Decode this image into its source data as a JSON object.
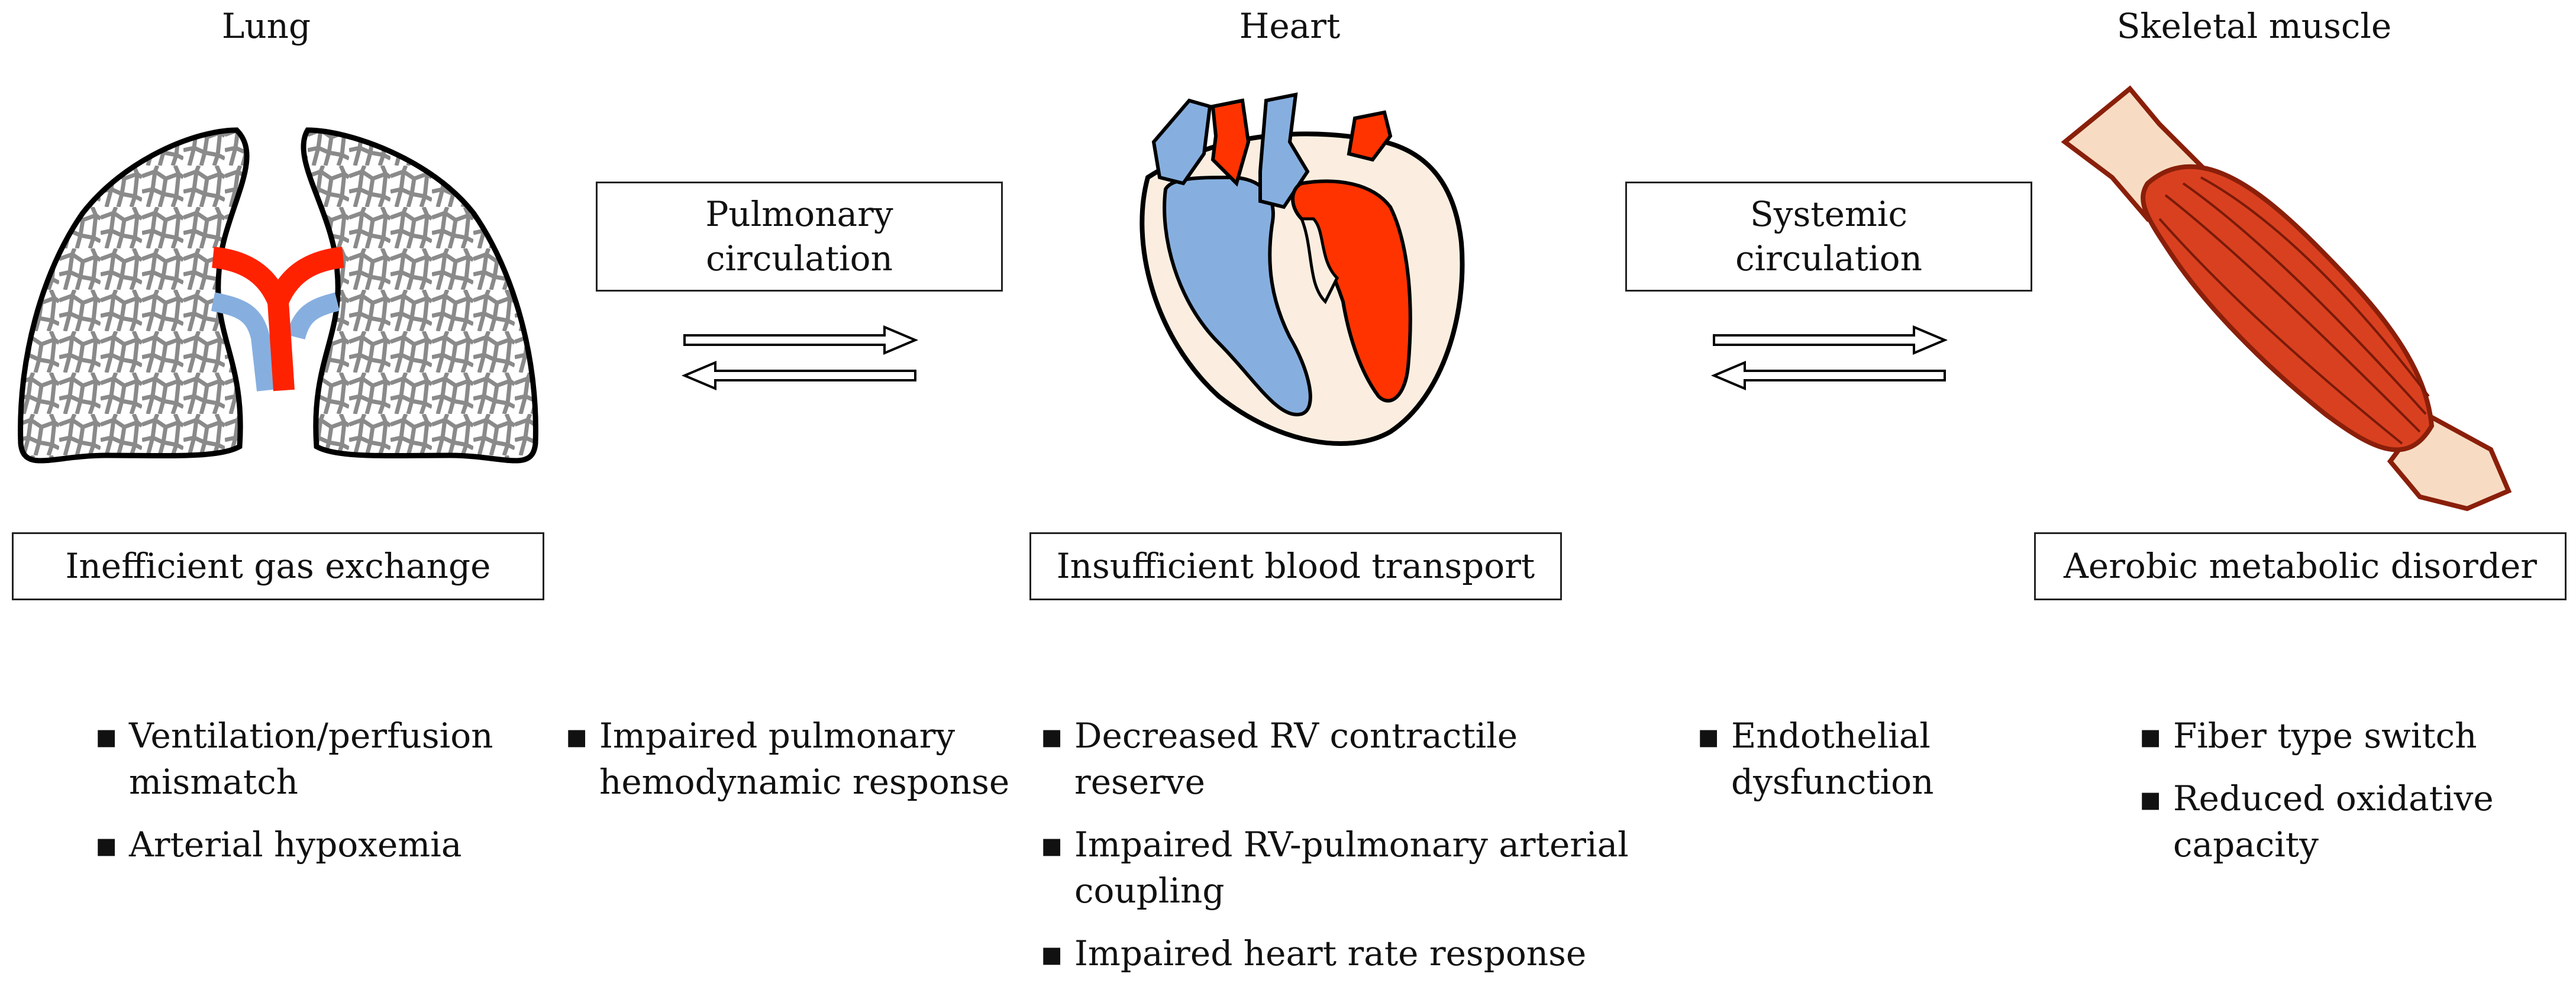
{
  "organs": {
    "lung": "Lung",
    "heart": "Heart",
    "muscle": "Skeletal muscle"
  },
  "circulation": {
    "pulmonary_line1": "Pulmonary",
    "pulmonary_line2": "circulation",
    "systemic_line1": "Systemic",
    "systemic_line2": "circulation"
  },
  "problems": {
    "lung": "Inefficient gas exchange",
    "heart": "Insufficient  blood transport",
    "muscle": "Aerobic metabolic disorder"
  },
  "bullet_char": "▪",
  "details": {
    "lung": [
      "Ventilation/perfusion mismatch",
      "Arterial hypoxemia"
    ],
    "pulmonary": [
      "Impaired pulmonary hemodynamic response"
    ],
    "heart": [
      "Decreased RV contractile reserve",
      "Impaired RV-pulmonary arterial coupling",
      "Impaired heart rate response"
    ],
    "systemic": [
      "Endothelial dysfunction"
    ],
    "muscle": [
      "Fiber type switch",
      "Reduced oxidative capacity"
    ]
  },
  "colors": {
    "oxygenated": "#ff2200",
    "deoxygenated": "#86afe0",
    "muscle_body": "#d9401f",
    "tendon": "#f7dcc3",
    "heart_wall": "#fbeee0"
  }
}
